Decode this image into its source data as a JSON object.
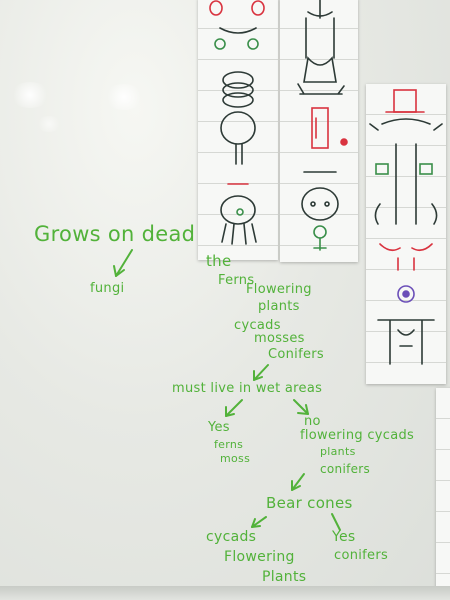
{
  "whiteboard": {
    "grows_on_dead": "Grows on dead",
    "fungi": "fungi",
    "partial_the": "the",
    "plant_list": [
      "Ferns",
      "Flowering",
      "plants",
      "cycads",
      "mosses",
      "Conifers"
    ],
    "question_wet": "must live in wet areas",
    "yes_label": "Yes",
    "yes_items": [
      "ferns",
      "moss"
    ],
    "no_label": "no",
    "no_items": [
      "flowering cycads",
      "plants",
      "conifers"
    ],
    "question_cones": "Bear cones",
    "cones_no_items": [
      "cycads",
      "Flowering",
      "Plants"
    ],
    "cones_yes_label": "Yes",
    "cones_yes_item": "conifers"
  },
  "colors": {
    "marker_green": "#52b23a",
    "marker_red": "#d9333f",
    "marker_dark": "#2d3a36",
    "marker_purple": "#6b4fb8"
  }
}
